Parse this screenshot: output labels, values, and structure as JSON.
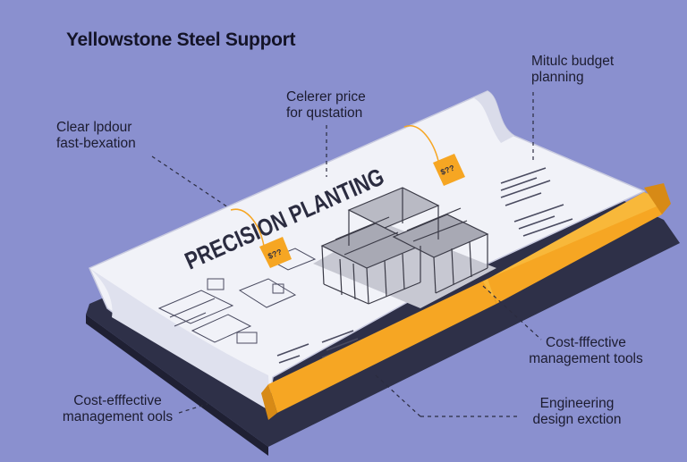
{
  "header": {
    "title": "Yellowstone Steel Support"
  },
  "callouts": {
    "left_top": "Clear lpdour\nfast-bexation",
    "top_mid": "Celerer price\nfor qustation",
    "top_right": "Mitulc budget\nplanning",
    "right_mid": "Cost-fffective\nmanagement tools",
    "left_bottom": "Cost-efffective\nmanagement ools",
    "bottom_right": "Engineering\ndesign exction"
  },
  "sheet": {
    "banner": "PRECISION PLANTING",
    "tag_left": "$??",
    "tag_right": "$??"
  },
  "colors": {
    "background": "#8a90cf",
    "base": "#2e3048",
    "sheet": "#f1f2f8",
    "accent": "#f6a623",
    "ink": "#1c1c30"
  }
}
